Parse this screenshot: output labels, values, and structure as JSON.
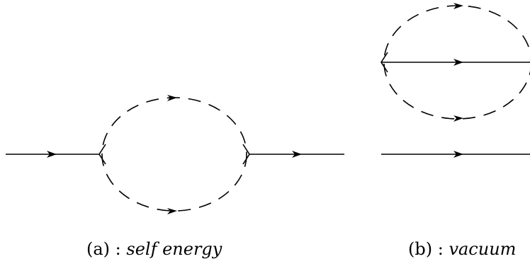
{
  "captions": {
    "a": {
      "label": "(a)",
      "separator": " : ",
      "text": "self energy"
    },
    "b": {
      "label": "(b)",
      "separator": " : ",
      "text": "vacuum"
    }
  },
  "colors": {
    "line": "#000000",
    "background": "#ffffff"
  }
}
